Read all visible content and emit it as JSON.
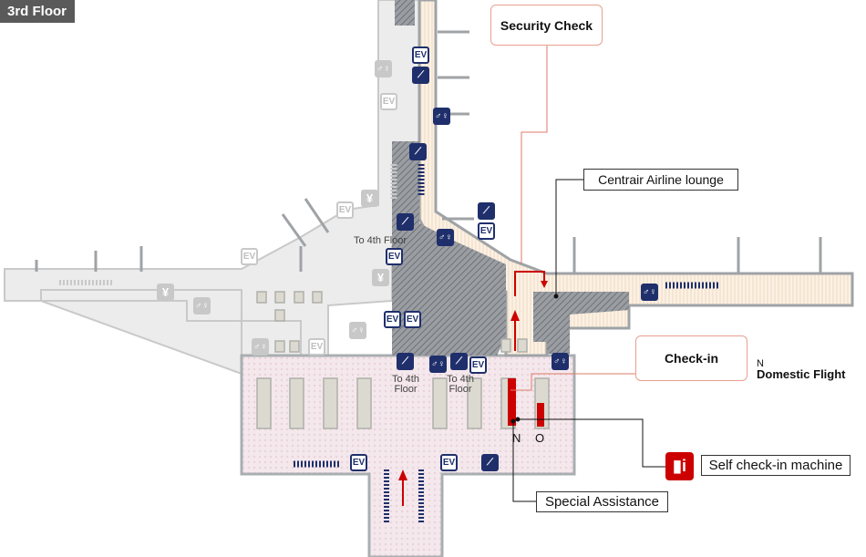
{
  "floor_label": "3rd Floor",
  "callouts": {
    "security_check": "Security Check",
    "airline_lounge": "Centrair Airline lounge",
    "check_in": "Check-in",
    "self_checkin": "Self check-in machine",
    "special_assistance": "Special Assistance"
  },
  "domestic": {
    "zone": "N",
    "label": "Domestic Flight"
  },
  "counters": {
    "n": "N",
    "o": "O"
  },
  "to_4th_floor": "To 4th Floor",
  "to_4th_a": {
    "line1": "To 4th",
    "line2": "Floor"
  },
  "to_4th_b": {
    "line1": "To 4th",
    "line2": "Floor"
  },
  "icons": {
    "ev": "EV",
    "yen": "¥"
  },
  "colors": {
    "navy": "#1f2f6b",
    "red": "#cc0000",
    "hatch": "#8a8d92",
    "checkin_floor": "#f3e6ea",
    "corridor": "#f7ead8",
    "gray_floor": "#ececec"
  }
}
